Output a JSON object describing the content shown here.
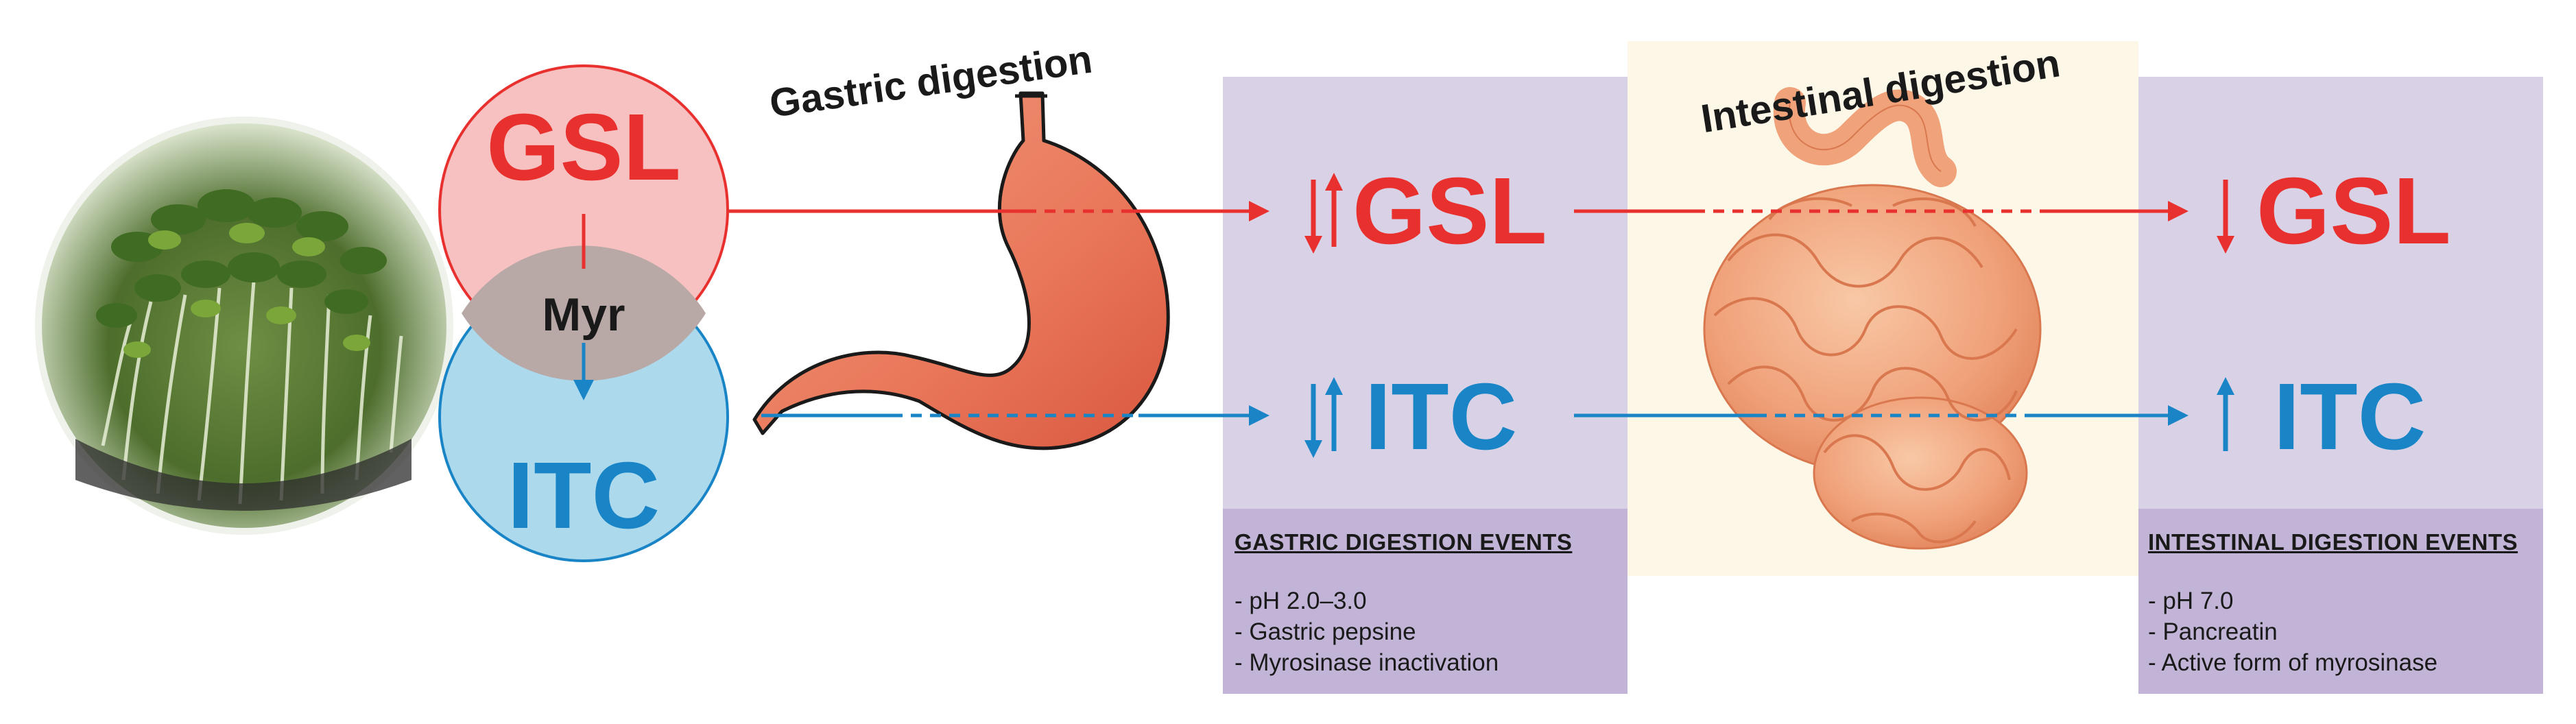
{
  "labels": {
    "gastric_title": "Gastric digestion",
    "intestinal_title": "Intestinal digestion",
    "gsl": "GSL",
    "myr": "Myr",
    "itc": "ITC"
  },
  "gastric_events": {
    "title": "GASTRIC DIGESTION EVENTS",
    "items": [
      "- pH 2.0–3.0",
      "- Gastric pepsine",
      "- Myrosinase inactivation"
    ]
  },
  "intestinal_events": {
    "title": "INTESTINAL DIGESTION EVENTS",
    "items": [
      "- pH 7.0",
      "- Pancreatin",
      "- Active form of myrosinase"
    ]
  },
  "colors": {
    "gsl_red": "#e8312f",
    "itc_blue": "#1a85c6",
    "gsl_circle_fill": "#f6c1c0",
    "itc_circle_fill": "#add9ec",
    "myr_overlap_fill": "#b8a8a6",
    "panel_fill": "#d9d2e6",
    "panel_caption_fill": "#c2b4d6",
    "intestine_bg": "#fdf7e8",
    "stomach_fill": "#ec8060",
    "intestine_fill": "#f2a67d"
  },
  "trends": {
    "gsl_after_gastric": "down-up",
    "itc_after_gastric": "down-up",
    "gsl_after_intestinal": "down",
    "itc_after_intestinal": "up"
  },
  "icons": [
    "sprouts-photo",
    "stomach",
    "intestine"
  ]
}
